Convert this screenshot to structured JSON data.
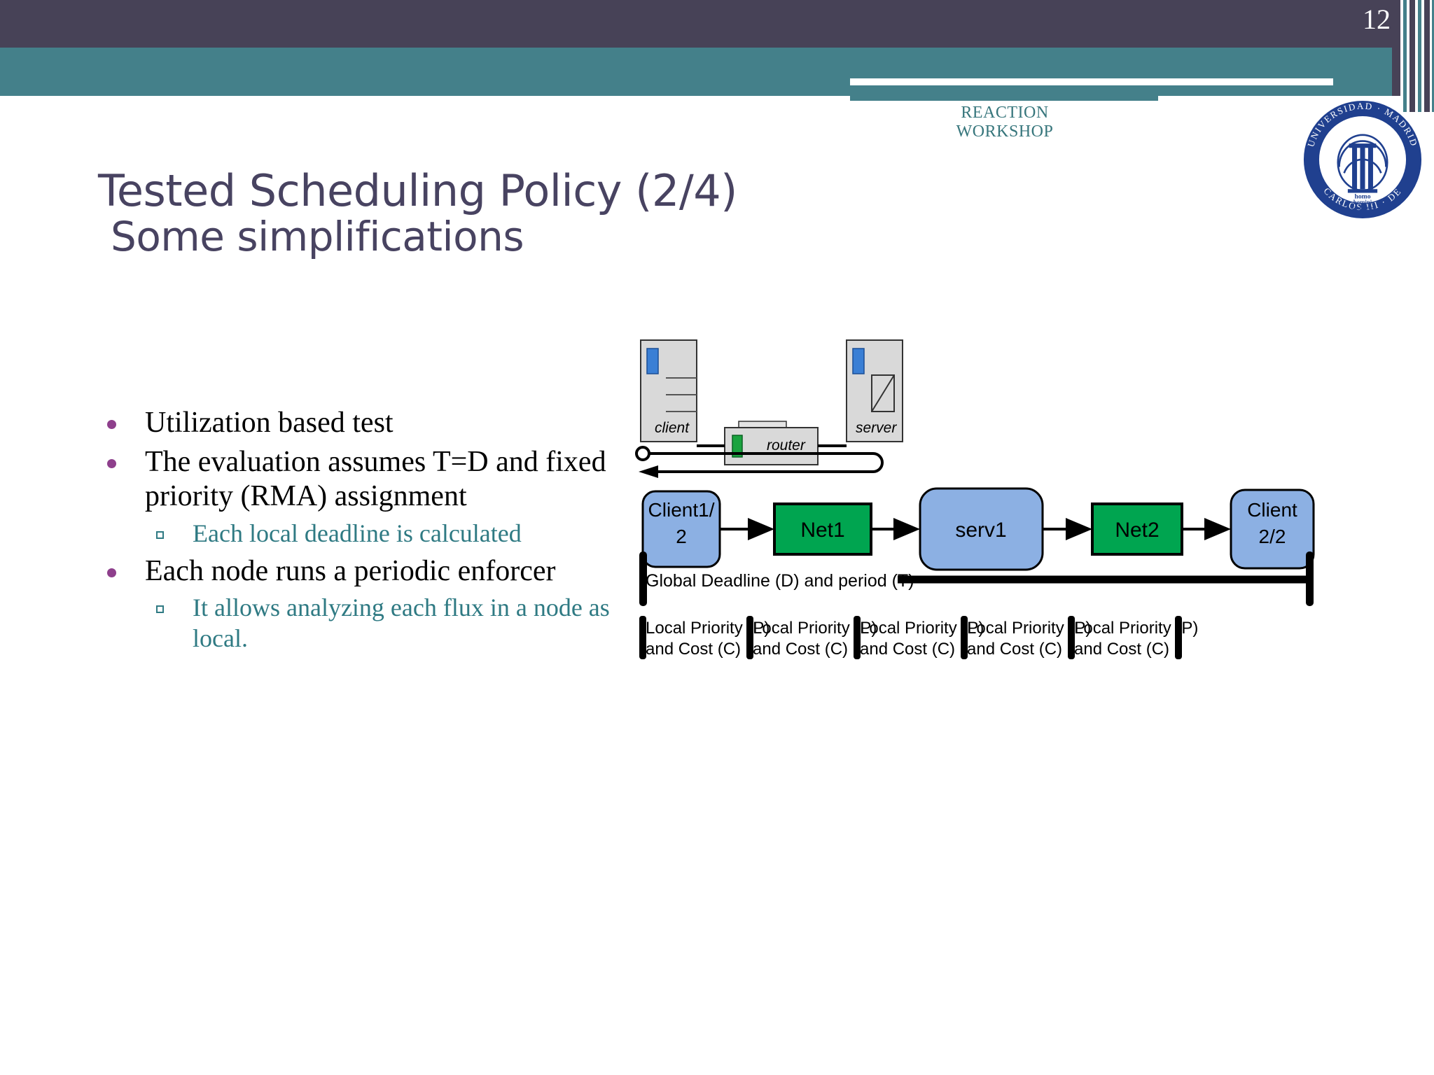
{
  "header": {
    "page_number": "12",
    "workshop_line1": "REACTION",
    "workshop_line2": "WORKSHOP",
    "band_dark_color": "#474257",
    "band_teal_color": "#44808a",
    "logo_name": "universidad-carlos-iii-de-madrid-seal",
    "logo_outer_text_top": "UNIVERSIDAD CARLOS III DE MADRID",
    "logo_inner_text": "homo homini sacra res"
  },
  "title": {
    "line1": "Tested Scheduling Policy (2/4)",
    "line2": "Some simplifications",
    "color": "#484361"
  },
  "bullets": [
    {
      "level": 1,
      "text": "Utilization based test"
    },
    {
      "level": 1,
      "text": "The evaluation assumes T=D and fixed priority (RMA) assignment"
    },
    {
      "level": 2,
      "text": "Each local deadline is calculated"
    },
    {
      "level": 1,
      "text": "Each node runs a periodic enforcer"
    },
    {
      "level": 2,
      "text": "It allows analyzing each flux in a node as local."
    }
  ],
  "bullet_colors": {
    "level1_text": "#000000",
    "level1_marker": "#8e3f8c",
    "level2_text": "#2f7a83",
    "level2_marker": "#2f7a83"
  },
  "topology": {
    "client_label": "client",
    "router_label": "router",
    "server_label": "server",
    "box_fill": "#d9d9d9",
    "led_blue": "#3a7fd5",
    "led_green": "#1aa33f"
  },
  "flow": {
    "nodes": [
      {
        "id": "client1",
        "label": "Client1/\n2",
        "label_line1": "Client1/",
        "label_line2": "2",
        "shape": "rounded",
        "fill": "#8cb0e3"
      },
      {
        "id": "net1",
        "label": "Net1",
        "shape": "rect",
        "fill": "#00a550"
      },
      {
        "id": "serv1",
        "label": "serv1",
        "shape": "rounded",
        "fill": "#8cb0e3"
      },
      {
        "id": "net2",
        "label": "Net2",
        "shape": "rect",
        "fill": "#00a550"
      },
      {
        "id": "client2",
        "label_line1": "Client",
        "label_line2": "2/2",
        "shape": "rounded",
        "fill": "#8cb0e3"
      }
    ],
    "global_bar_label": "Global Deadline (D) and period (T)",
    "local_segments": [
      {
        "line1": "Local Priority (P)",
        "line2": "and Cost (C)"
      },
      {
        "line1": "Local Priority (P)",
        "line2": "and Cost (C)"
      },
      {
        "line1": "Local Priority (P)",
        "line2": "and Cost (C)"
      },
      {
        "line1": "Local Priority (P)",
        "line2": "and Cost (C)"
      },
      {
        "line1": "Local Priority (P)",
        "line2": "and Cost (C)"
      }
    ]
  }
}
